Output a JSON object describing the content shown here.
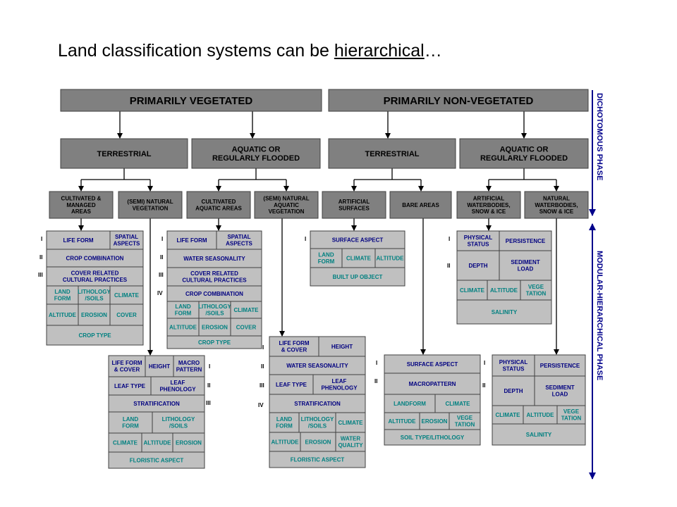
{
  "title": {
    "pre": "Land classification systems can be ",
    "underlined": "hierarchical",
    "post": "…"
  },
  "top": {
    "veg": "PRIMARILY VEGETATED",
    "nonveg": "PRIMARILY NON-VEGETATED"
  },
  "second": {
    "terrestrial": "TERRESTRIAL",
    "aquatic_1": "AQUATIC OR",
    "aquatic_2": "REGULARLY FLOODED"
  },
  "third": {
    "cultivated_managed": [
      "CULTIVATED &",
      "MANAGED",
      "AREAS"
    ],
    "semi_natural_veg": [
      "(SEMI) NATURAL",
      "VEGETATION"
    ],
    "cultivated_aquatic": [
      "CULTIVATED",
      "AQUATIC AREAS"
    ],
    "semi_natural_aquatic": [
      "(SEMI) NATURAL",
      "AQUATIC",
      "VEGETATION"
    ],
    "artificial_surfaces": [
      "ARTIFICIAL",
      "SURFACES"
    ],
    "bare_areas": "BARE AREAS",
    "artificial_water": [
      "ARTIFICIAL",
      "WATERBODIES,",
      "SNOW & ICE"
    ],
    "natural_water": [
      "NATURAL",
      "WATERBODIES,",
      "SNOW & ICE"
    ]
  },
  "phases": {
    "dichotomous": "DICHOTOMOUS PHASE",
    "modular": "MODULAR-HIERARCHICAL PHASE"
  },
  "levels": [
    "I",
    "II",
    "III",
    "IV"
  ],
  "cells": {
    "life_form": "LIFE FORM",
    "spatial": [
      "SPATIAL",
      "ASPECTS"
    ],
    "crop_combination": "CROP COMBINATION",
    "cover_related": [
      "COVER RELATED",
      "CULTURAL PRACTICES"
    ],
    "land_form": [
      "LAND",
      "FORM"
    ],
    "lithology": [
      "LITHOLOGY",
      "/SOILS"
    ],
    "climate": "CLIMATE",
    "altitude": "ALTITUDE",
    "erosion": "EROSION",
    "cover": "COVER",
    "crop_type": "CROP TYPE",
    "water_seasonality": "WATER SEASONALITY",
    "surface_aspect": "SURFACE ASPECT",
    "built_up": "BUILT UP OBJECT",
    "physical_status": [
      "PHYSICAL",
      "STATUS"
    ],
    "persistence": "PERSISTENCE",
    "depth": "DEPTH",
    "sediment_load": [
      "SEDIMENT",
      "LOAD"
    ],
    "vegetation": [
      "VEGE",
      "TATION"
    ],
    "salinity": "SALINITY",
    "life_form_cover": [
      "LIFE FORM",
      "& COVER"
    ],
    "height": "HEIGHT",
    "macro_pattern": [
      "MACRO",
      "PATTERN"
    ],
    "macropattern": "MACROPATTERN",
    "leaf_type": "LEAF TYPE",
    "leaf_phenology": [
      "LEAF",
      "PHENOLOGY"
    ],
    "stratification": "STRATIFICATION",
    "floristic": "FLORISTIC ASPECT",
    "water_quality": [
      "WATER",
      "QUALITY"
    ],
    "landform": "LANDFORM",
    "soil_type": "SOIL TYPE/LITHOLOGY"
  },
  "colors": {
    "dark_box": "#808080",
    "light_box": "#c0c0c0",
    "cell_text_blue": "#000080",
    "teal_text": "#008080",
    "arrow": "#000000",
    "phase_arrow": "#00008b"
  }
}
